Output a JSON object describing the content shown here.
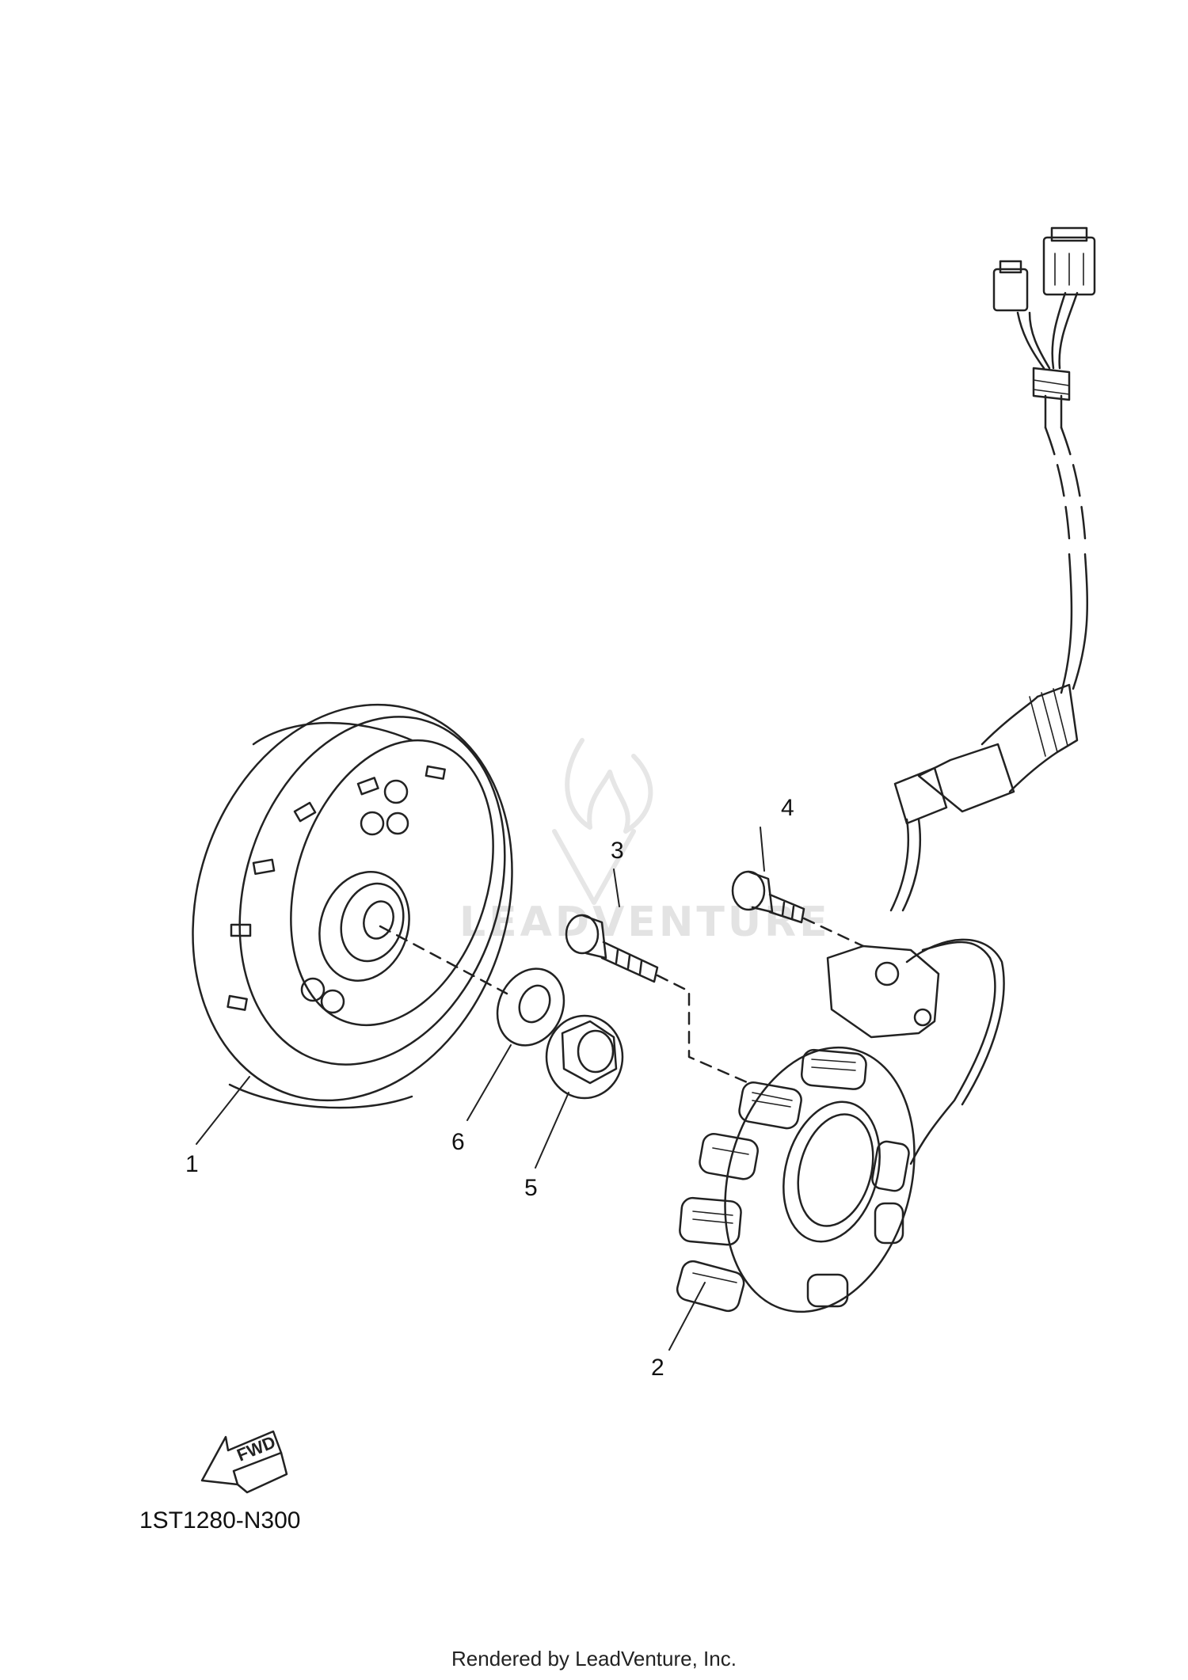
{
  "diagram_code": "1ST1280-N300",
  "footer": "Rendered by LeadVenture, Inc.",
  "watermark": "LEADVENTURE",
  "fwd_label": "FWD",
  "callouts": [
    {
      "id": "1",
      "label": "1"
    },
    {
      "id": "2",
      "label": "2"
    },
    {
      "id": "3",
      "label": "3"
    },
    {
      "id": "4",
      "label": "4"
    },
    {
      "id": "5",
      "label": "5"
    },
    {
      "id": "6",
      "label": "6"
    }
  ],
  "colors": {
    "line": "#222222",
    "shade": "#d8d8d8",
    "watermark": "#e3e3e3"
  }
}
